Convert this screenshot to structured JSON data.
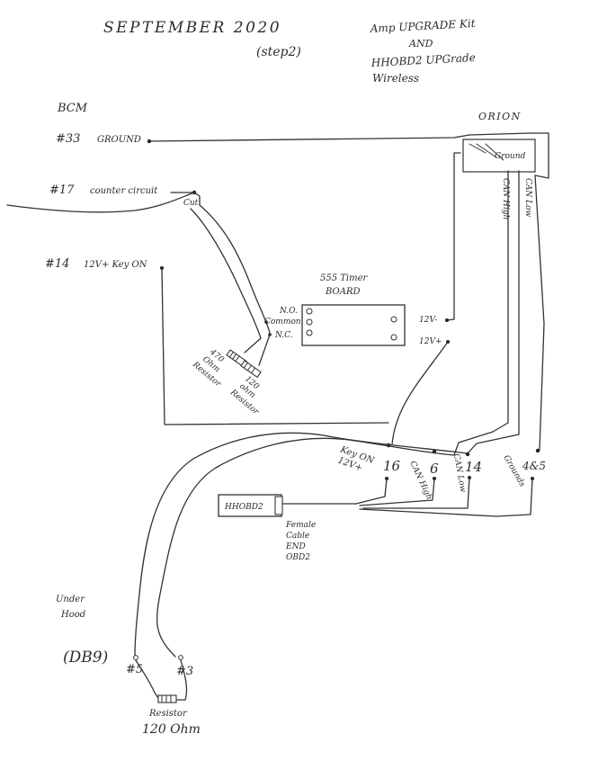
{
  "header": {
    "date": "SEPTEMBER 2020",
    "step": "(step2)",
    "upgrade_line1": "Amp UPGRADE Kit",
    "upgrade_line2": "AND",
    "upgrade_line3": "HHOBD2 UPGrade",
    "upgrade_line4": "Wireless"
  },
  "bcm": {
    "title": "BCM",
    "pin33": "#33",
    "pin33_label": "GROUND",
    "pin17": "#17",
    "pin17_label": "counter circuit",
    "cut": "Cut",
    "pin14": "#14",
    "pin14_label": "12V+ Key ON"
  },
  "orion": {
    "title": "ORION",
    "ground": "Ground",
    "can_high": "CAN High",
    "can_low": "CAN Low"
  },
  "timer": {
    "title_line1": "555 Timer",
    "title_line2": "BOARD",
    "no": "N.O.",
    "common": "Common",
    "nc": "N.C.",
    "v_minus": "12V-",
    "v_plus": "12V+"
  },
  "resistors": {
    "r470_line1": "470",
    "r470_line2": "Ohm",
    "r470_line3": "Resistor",
    "r120_line1": "120",
    "r120_line2": "ohm",
    "r120_line3": "Resistor"
  },
  "obd": {
    "key_on_line1": "Key ON",
    "key_on_line2": "12V+",
    "pin16": "16",
    "pin6": "6",
    "can_high": "CAN High",
    "pin14": "14",
    "can_low": "CAN Low",
    "pins45": "4&5",
    "grounds": "Grounds",
    "device": "HHOBD2",
    "female_line1": "Female",
    "female_line2": "Cable",
    "female_line3": "END",
    "female_line4": "OBD2"
  },
  "hood": {
    "under_line1": "Under",
    "under_line2": "Hood",
    "db9": "(DB9)",
    "pin5": "#5",
    "pin3": "#3",
    "resistor_line1": "Resistor",
    "resistor_line2": "120 Ohm"
  }
}
